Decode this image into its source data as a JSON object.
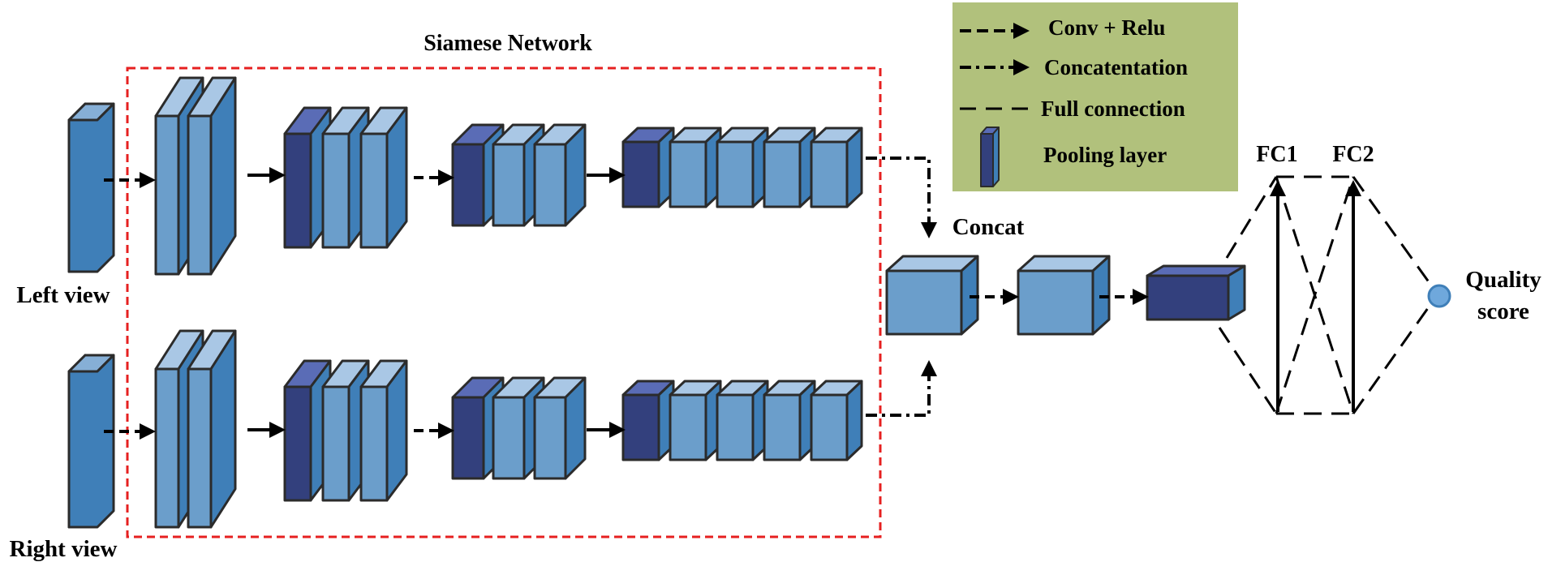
{
  "title": "Siamese Network",
  "inputs": {
    "left": "Left view",
    "right": "Right view"
  },
  "concat_label": "Concat",
  "fc_labels": {
    "fc1": "FC1",
    "fc2": "FC2"
  },
  "output": {
    "line1": "Quality",
    "line2": "score"
  },
  "legend": {
    "conv": "Conv + Relu",
    "concat": "Concatentation",
    "full": "Full connection",
    "pool": "Pooling layer"
  },
  "colors": {
    "light_front": "#6b9ecb",
    "light_top": "#a9c7e5",
    "light_side": "#3f7fb8",
    "dark_front": "#33407d",
    "dark_top": "#5a6cb6",
    "dark_side": "#3f7fb8",
    "input_face": "#3f7fb8",
    "legend_bg": "#b1c17c",
    "siamese_border": "#e62020",
    "output_node": "#6fa8dc"
  }
}
